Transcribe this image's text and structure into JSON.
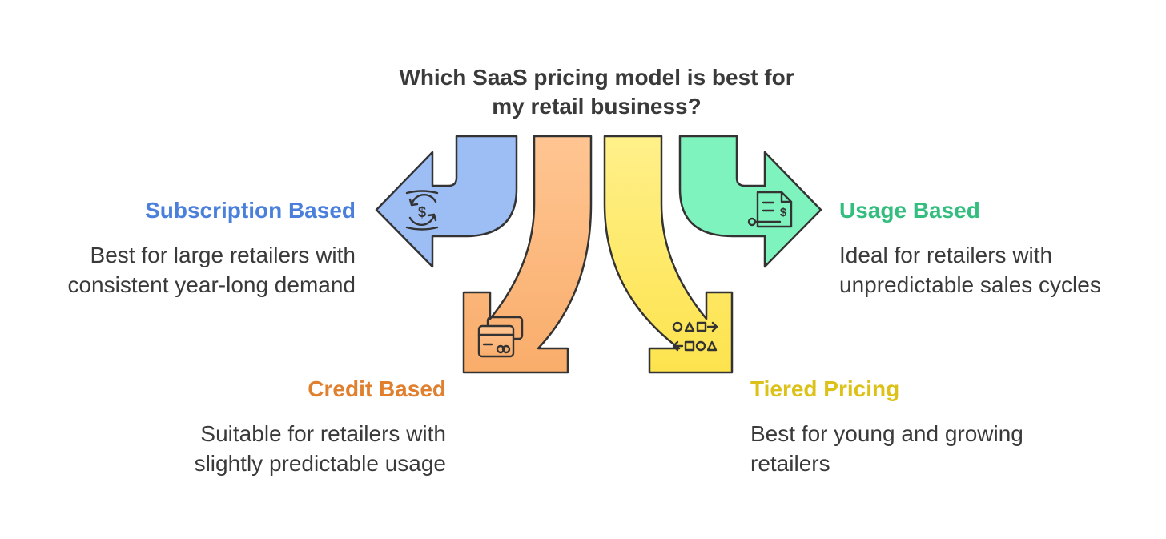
{
  "title": {
    "line1": "Which SaaS pricing model is best for",
    "line2": "my retail business?"
  },
  "options": {
    "subscription": {
      "label": "Subscription Based",
      "desc_line1": "Best for large retailers with",
      "desc_line2": "consistent year-long demand",
      "color": "#9dbdf5",
      "label_color": "#4a80db",
      "icon": "dollar-cycle-icon"
    },
    "credit": {
      "label": "Credit Based",
      "desc_line1": "Suitable for retailers with",
      "desc_line2": "slightly predictable usage",
      "color": "#fbb97f",
      "label_color": "#e07f2e",
      "icon": "credit-cards-icon"
    },
    "tiered": {
      "label": "Tiered Pricing",
      "desc_line1": "Best for young and growing",
      "desc_line2": "retailers",
      "color": "#fde96b",
      "label_color": "#dcc218",
      "icon": "shapes-flow-icon"
    },
    "usage": {
      "label": "Usage Based",
      "desc_line1": "Ideal for retailers with",
      "desc_line2": "unpredictable sales cycles",
      "color": "#7ff3bd",
      "label_color": "#33be80",
      "icon": "usage-invoice-icon"
    }
  }
}
